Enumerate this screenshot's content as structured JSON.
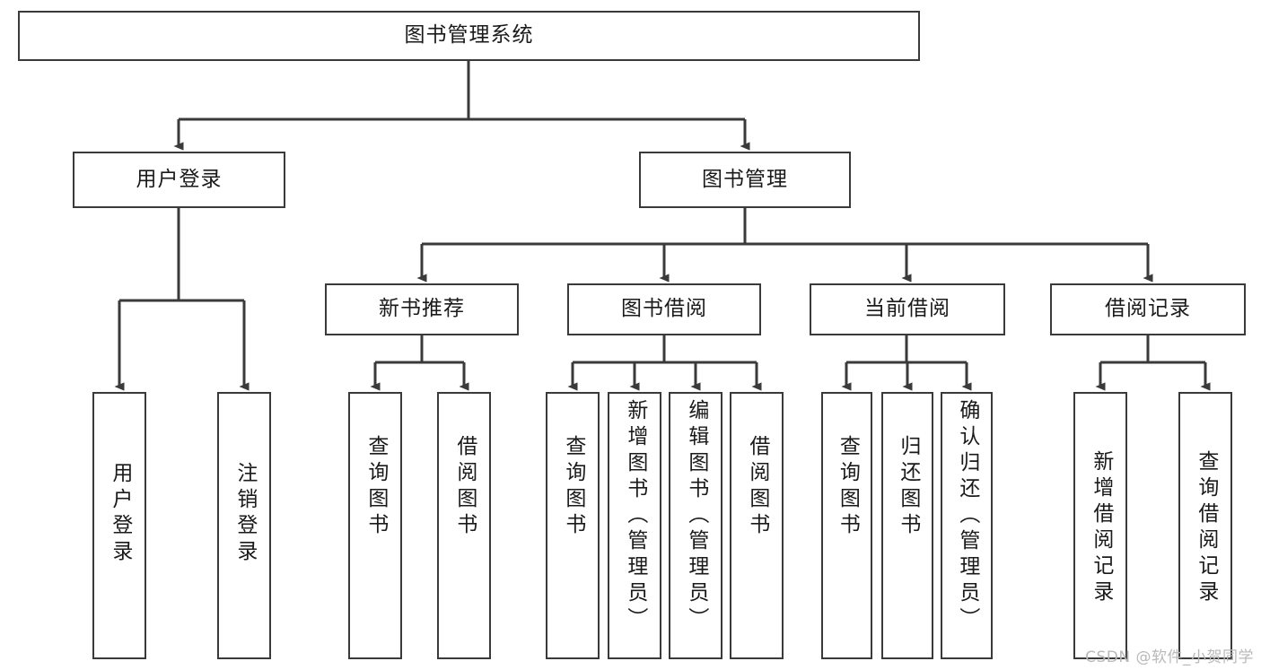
{
  "diagram": {
    "type": "tree-hierarchy-chart",
    "root": {
      "id": "root",
      "label": "图书管理系统",
      "orientation": "horizontal"
    },
    "level2": [
      {
        "id": "user-login",
        "label": "用户登录",
        "orientation": "horizontal"
      },
      {
        "id": "book-manage",
        "label": "图书管理",
        "orientation": "horizontal"
      }
    ],
    "level3": [
      {
        "id": "new-book-recommend",
        "label": "新书推荐",
        "orientation": "horizontal",
        "parent": "book-manage"
      },
      {
        "id": "book-borrow",
        "label": "图书借阅",
        "orientation": "horizontal",
        "parent": "book-manage"
      },
      {
        "id": "current-borrow",
        "label": "当前借阅",
        "orientation": "horizontal",
        "parent": "book-manage"
      },
      {
        "id": "borrow-record",
        "label": "借阅记录",
        "orientation": "horizontal",
        "parent": "book-manage"
      }
    ],
    "leaves": [
      {
        "id": "leaf-user-login",
        "label": "用户登录",
        "orientation": "vertical",
        "parent": "user-login"
      },
      {
        "id": "leaf-user-logout",
        "label": "注销登录",
        "orientation": "vertical",
        "parent": "user-login"
      },
      {
        "id": "leaf-query-book-1",
        "label": "查询图书",
        "orientation": "vertical",
        "parent": "new-book-recommend"
      },
      {
        "id": "leaf-borrow-book-1",
        "label": "借阅图书",
        "orientation": "vertical",
        "parent": "new-book-recommend"
      },
      {
        "id": "leaf-query-book-2",
        "label": "查询图书",
        "orientation": "vertical",
        "parent": "book-borrow"
      },
      {
        "id": "leaf-add-book",
        "label": "新增图书（管理员）",
        "orientation": "vertical",
        "parent": "book-borrow"
      },
      {
        "id": "leaf-edit-book",
        "label": "编辑图书（管理员）",
        "orientation": "vertical",
        "parent": "book-borrow"
      },
      {
        "id": "leaf-borrow-book-2",
        "label": "借阅图书",
        "orientation": "vertical",
        "parent": "book-borrow"
      },
      {
        "id": "leaf-query-book-3",
        "label": "查询图书",
        "orientation": "vertical",
        "parent": "current-borrow"
      },
      {
        "id": "leaf-return-book",
        "label": "归还图书",
        "orientation": "vertical",
        "parent": "current-borrow"
      },
      {
        "id": "leaf-confirm-return",
        "label": "确认归还（管理员）",
        "orientation": "vertical",
        "parent": "current-borrow"
      },
      {
        "id": "leaf-add-record",
        "label": "新增借阅记录",
        "orientation": "vertical",
        "parent": "borrow-record"
      },
      {
        "id": "leaf-query-record",
        "label": "查询借阅记录",
        "orientation": "vertical",
        "parent": "borrow-record"
      }
    ],
    "colors": {
      "border": "#3a3a3a",
      "line": "#3a3a3a",
      "background": "#ffffff",
      "text": "#1a1a1a",
      "watermark": "#b9b9b9"
    }
  },
  "watermark": {
    "text": "CSDN @软件_小贺同学"
  }
}
